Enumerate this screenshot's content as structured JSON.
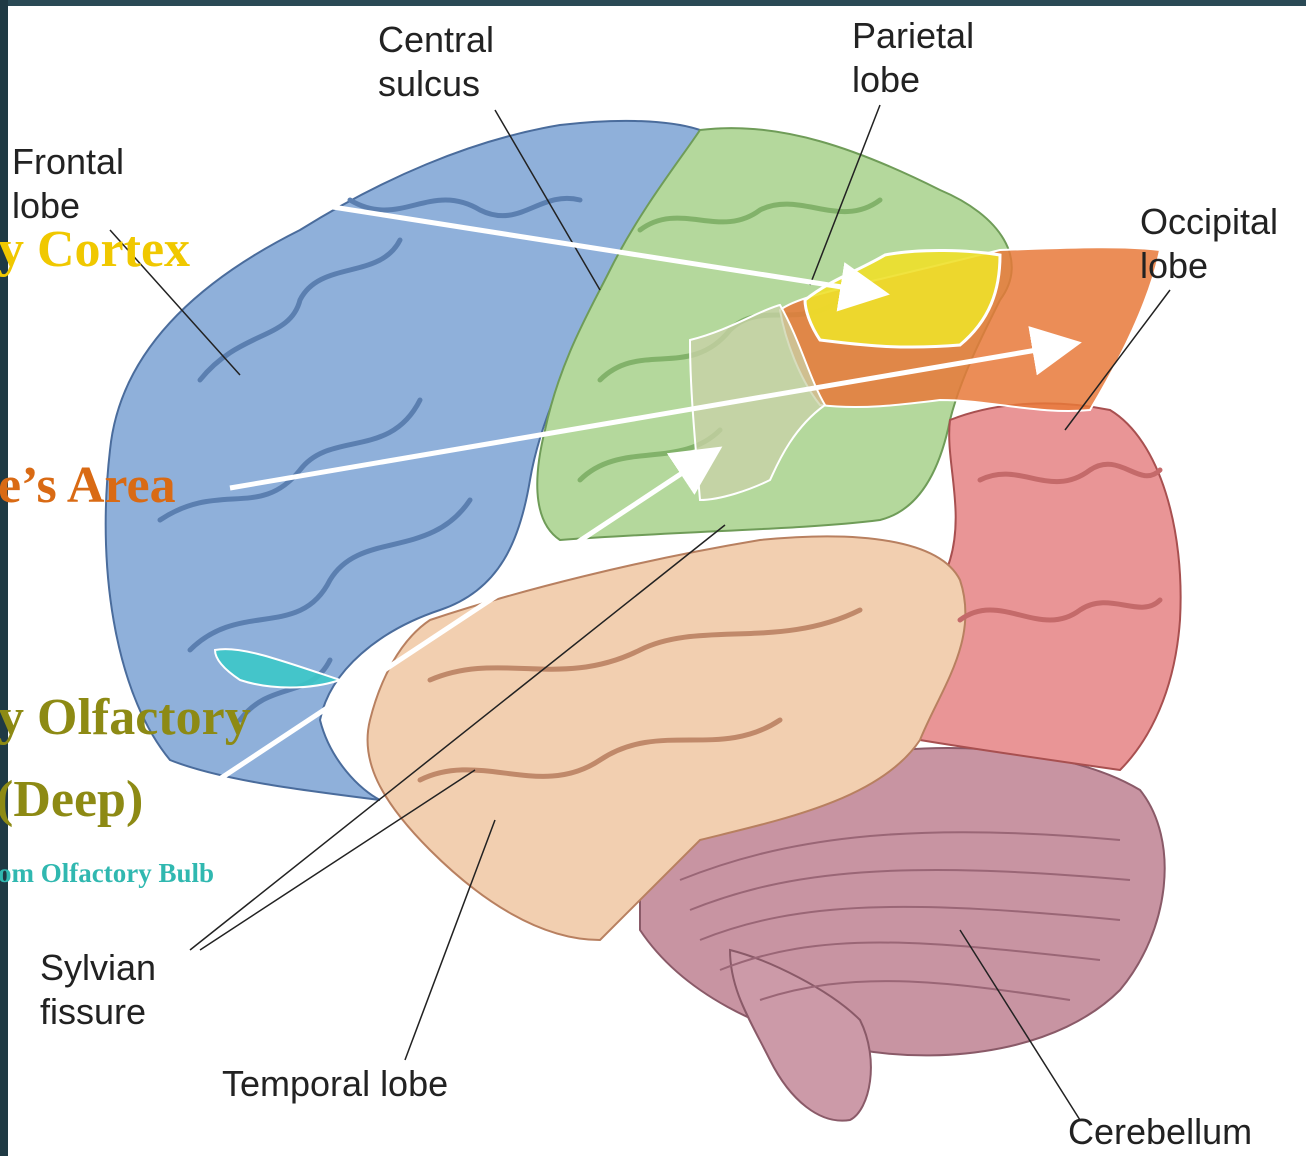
{
  "labels": {
    "central_sulcus": "Central\nsulcus",
    "parietal_lobe": "Parietal\nlobe",
    "frontal_lobe": "Frontal\nlobe",
    "occipital_lobe": "Occipital\nlobe",
    "sylvian_fissure": "Sylvian\nfissure",
    "temporal_lobe": "Temporal lobe",
    "cerebellum": "Cerebellum"
  },
  "overlays": {
    "cortex": "y Cortex",
    "area": "e’s Area",
    "olfactory": "y Olfactory",
    "deep": "(Deep)",
    "olfactory_bulb": "om Olfactory Bulb"
  },
  "colors": {
    "frontal": "#8fb0da",
    "parietal": "#b4d89c",
    "temporal": "#f2cfb0",
    "occipital": "#e99596",
    "cerebellum": "#c894a2",
    "yellow_highlight": "#eee02a",
    "orange_highlight": "#e8793a",
    "olive_highlight": "#c9d2a8",
    "teal_highlight": "#3cc8c8",
    "yellow_text": "#f0c800",
    "orange_text": "#d96a14",
    "olive_text": "#8d8a14",
    "teal_text": "#30b8b0"
  }
}
